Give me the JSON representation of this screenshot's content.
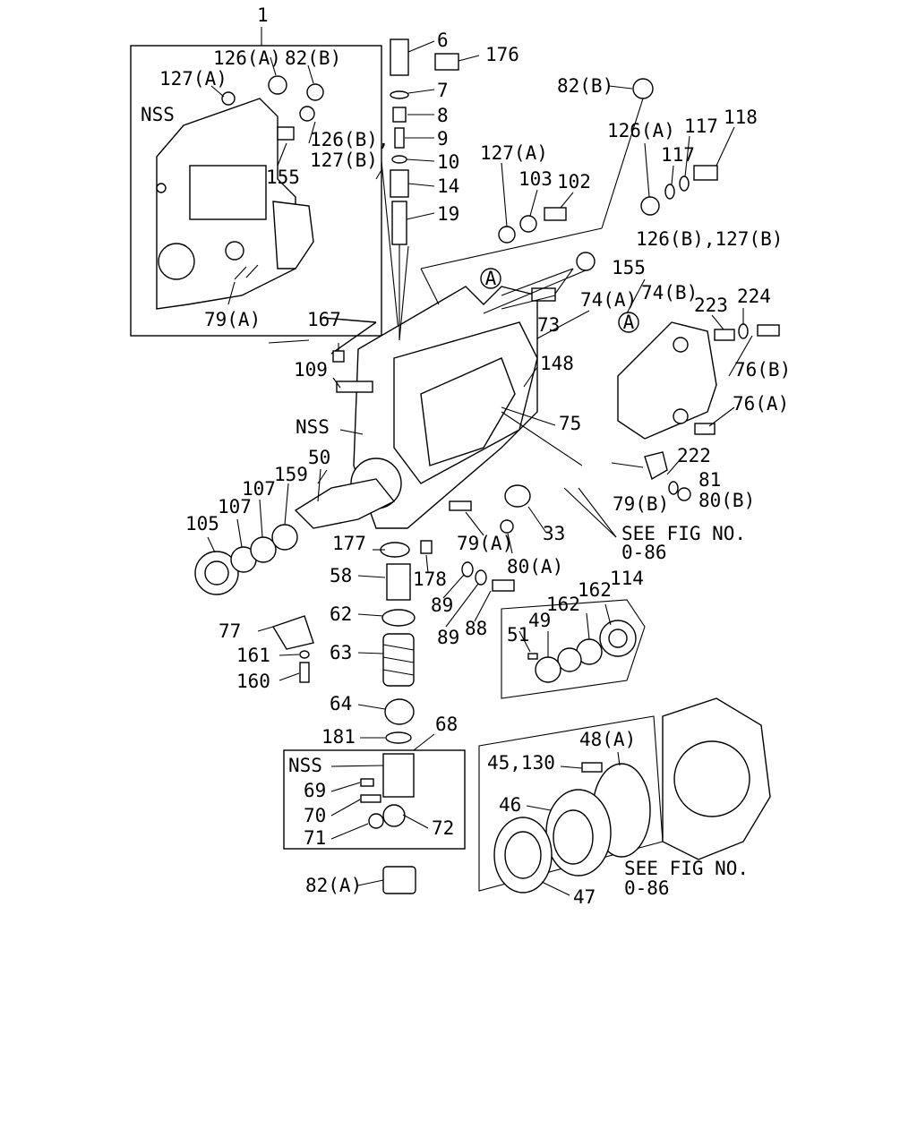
{
  "labels": {
    "l1": "1",
    "l126a_top": "126(A)",
    "l82b_top": "82(B)",
    "l127a_top": "127(A)",
    "lnss_top": "NSS",
    "l126b127b_a": "126(B),",
    "l127b": "127(B)",
    "l155_top": "155",
    "l79a_box": "79(A)",
    "l6": "6",
    "l176": "176",
    "l7": "7",
    "l8": "8",
    "l9": "9",
    "l10": "10",
    "l14": "14",
    "l19": "19",
    "l82b_right": "82(B)",
    "l126a_right": "126(A)",
    "l117a": "117",
    "l118": "118",
    "l117b": "117",
    "l127a_mid": "127(A)",
    "l103": "103",
    "l102": "102",
    "l126b127b_mid": "126(B),127(B)",
    "l155_mid": "155",
    "l74a": "74(A)",
    "l74b": "74(B)",
    "l73": "73",
    "l223": "223",
    "l224": "224",
    "l76b": "76(B)",
    "l167": "167",
    "l148": "148",
    "l109": "109",
    "l76a": "76(A)",
    "l75": "75",
    "lnss_mid": "NSS",
    "l222": "222",
    "l50": "50",
    "l81": "81",
    "l159": "159",
    "l107a": "107",
    "l107b": "107",
    "l79b": "79(B)",
    "l80b": "80(B)",
    "l105": "105",
    "l33": "33",
    "l79a_mid": "79(A)",
    "l177": "177",
    "see_fig_1": "SEE FIG NO.",
    "see_fig_1b": "0-86",
    "l80a": "80(A)",
    "l178": "178",
    "l58": "58",
    "l89a": "89",
    "l88": "88",
    "l89b": "89",
    "l114": "114",
    "l162a": "162",
    "l162b": "162",
    "l62": "62",
    "l49": "49",
    "l77": "77",
    "l51": "51",
    "l63": "63",
    "l161": "161",
    "l160": "160",
    "l64": "64",
    "l68": "68",
    "l181": "181",
    "l48a": "48(A)",
    "l45130": "45,130",
    "lnss_bot": "NSS",
    "l69": "69",
    "l46": "46",
    "l70": "70",
    "l72": "72",
    "l71": "71",
    "see_fig_2": "SEE FIG NO.",
    "see_fig_2b": "0-86",
    "l82a": "82(A)",
    "l47": "47",
    "callout_a1": "A",
    "callout_a2": "A"
  }
}
